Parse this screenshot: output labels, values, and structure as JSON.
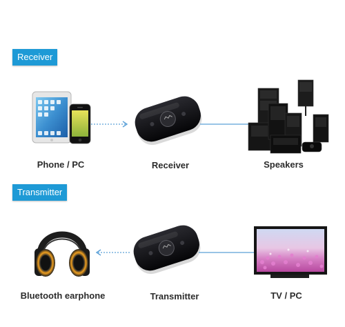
{
  "receiver_section": {
    "badge": "Receiver",
    "labels": {
      "source": "Phone / PC",
      "device": "Receiver",
      "output": "Speakers"
    }
  },
  "transmitter_section": {
    "badge": "Transmitter",
    "labels": {
      "output": "Bluetooth earphone",
      "device": "Transmitter",
      "source": "TV / PC"
    }
  },
  "colors": {
    "accent": "#1e9ad6",
    "device_body": "#0f0f12",
    "arrow": "#5aa0d8"
  },
  "icons": [
    "tablet-icon",
    "phone-icon",
    "bluetooth-box-icon",
    "speakers-icon",
    "headphones-icon",
    "tv-icon"
  ]
}
